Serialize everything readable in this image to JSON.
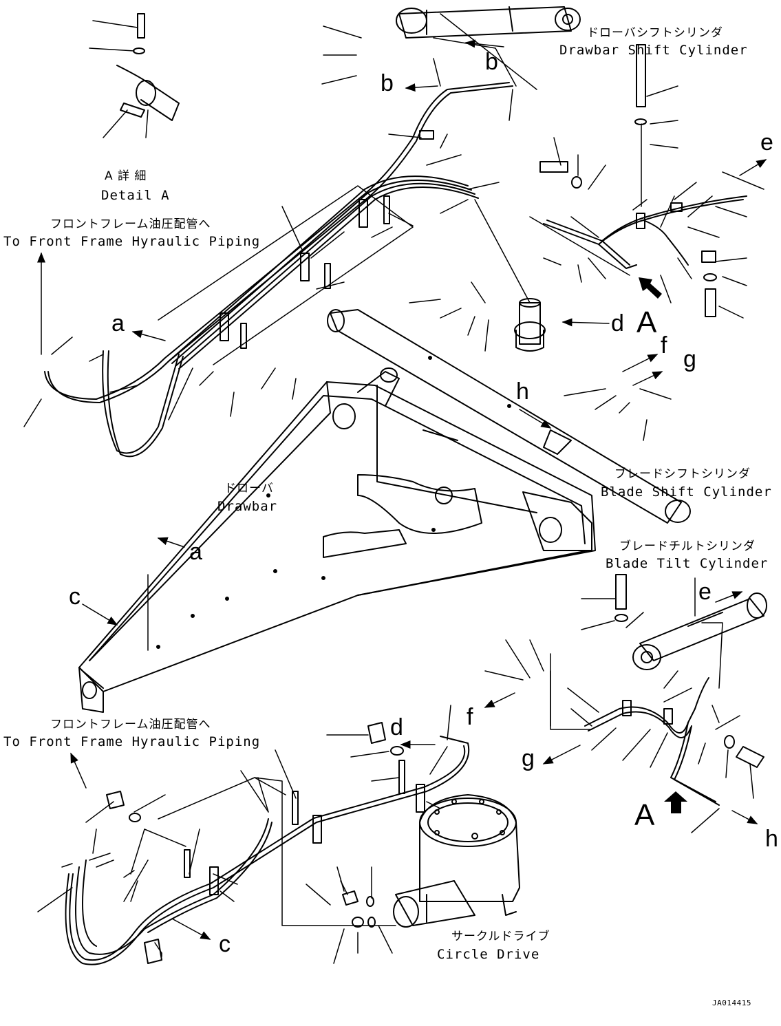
{
  "labels": {
    "drawbar_shift_cylinder_jp": "ドローバシフトシリンダ",
    "drawbar_shift_cylinder_en": "Drawbar Shift Cylinder",
    "detail_a_jp": "A 詳 細",
    "detail_a_en": "Detail A",
    "front_frame_jp": "フロントフレーム油圧配管へ",
    "front_frame_en": "To Front Frame Hyraulic Piping",
    "drawbar_jp": "ドローバ",
    "drawbar_en": "Drawbar",
    "blade_shift_cylinder_jp": "ブレードシフトシリンダ",
    "blade_shift_cylinder_en": "Blade Shift Cylinder",
    "blade_tilt_cylinder_jp": "ブレードチルトシリンダ",
    "blade_tilt_cylinder_en": "Blade Tilt Cylinder",
    "circle_drive_jp": "サークルドライブ",
    "circle_drive_en": "Circle Drive",
    "drawing_id": "JA014415"
  },
  "callouts": {
    "a": "a",
    "b": "b",
    "c": "c",
    "d": "d",
    "e": "e",
    "f": "f",
    "g": "g",
    "h": "h",
    "detail": "A"
  }
}
